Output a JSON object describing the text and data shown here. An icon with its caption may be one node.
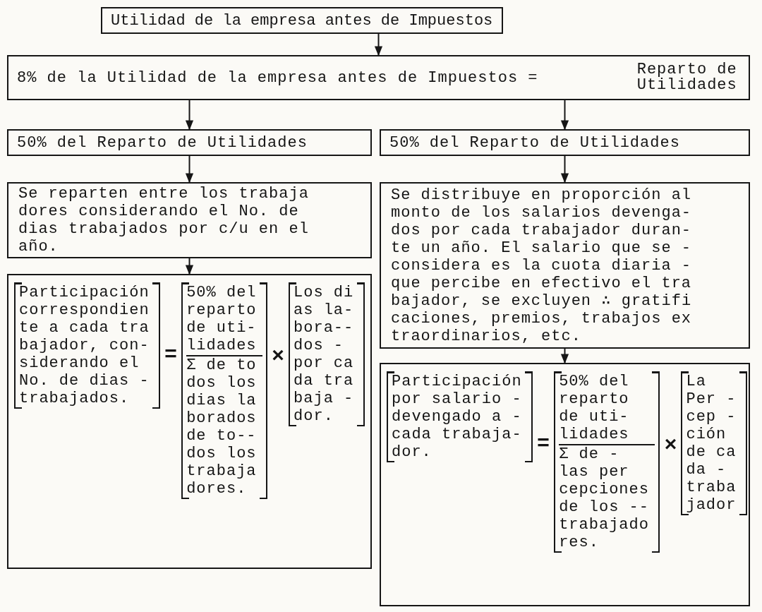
{
  "diagram": {
    "nodes": [
      {
        "text": [
          "Utilidad de la empresa antes de Impuestos"
        ]
      },
      {
        "text": [
          "8% de la Utilidad de la empresa antes de Impuestos =",
          "Reparto de Utilidades"
        ]
      },
      {
        "text": [
          "50% del Reparto de Utilidades"
        ]
      },
      {
        "text": [
          "50% del Reparto de Utilidades"
        ]
      },
      {
        "text": [
          "Se reparten entre los trabaja dores considerando el No. de dias trabajados por c/u en el año."
        ]
      },
      {
        "text": [
          "Se distribuye en proporción al monto de los salarios devenga- dos por cada trabajador duran- te un año. El salario que se - considera es la cuota diaria - que percibe en efectivo el tra bajador, se excluyen ∴ gratifi caciones, premios, trabajos ex traordinarios, etc."
        ]
      },
      {
        "text": [],
        "shape": "box"
      },
      {
        "text": [
          "Participación correspondien te a cada tra bajador, con- siderando el No. de dias - trabajados."
        ],
        "in": 6
      },
      {
        "text": [
          "50% del reparto de uti- lidades",
          "Σ de to dos los dias la borados de to-- dos los trabaja dores."
        ],
        "in": 6
      },
      {
        "text": [
          "Los di as la- bora-- dos - por ca da tra baja - dor."
        ],
        "in": 6
      },
      {
        "text": [],
        "shape": "box"
      },
      {
        "text": [
          "Participación por salario - devengado a - cada trabaja- dor."
        ],
        "in": 10
      },
      {
        "text": [
          "50% del reparto de uti- lidades",
          "Σ de - las per cepciones de los -- trabajado res."
        ],
        "in": 10
      },
      {
        "text": [
          "La Per - cep - ción de ca da - traba jador"
        ],
        "in": 10
      }
    ],
    "edges": [
      {
        "from": 0,
        "to": 1,
        "arrow": "to"
      },
      {
        "from": 1,
        "to": 2,
        "arrow": "to"
      },
      {
        "from": 1,
        "to": 3,
        "arrow": "to"
      },
      {
        "from": 2,
        "to": 4,
        "arrow": "to"
      },
      {
        "from": 3,
        "to": 5,
        "arrow": "to"
      },
      {
        "from": 4,
        "to": 6,
        "arrow": "to"
      },
      {
        "from": 5,
        "to": 10,
        "arrow": "to"
      }
    ],
    "labels": [
      "=",
      "×",
      "=",
      "×"
    ]
  }
}
